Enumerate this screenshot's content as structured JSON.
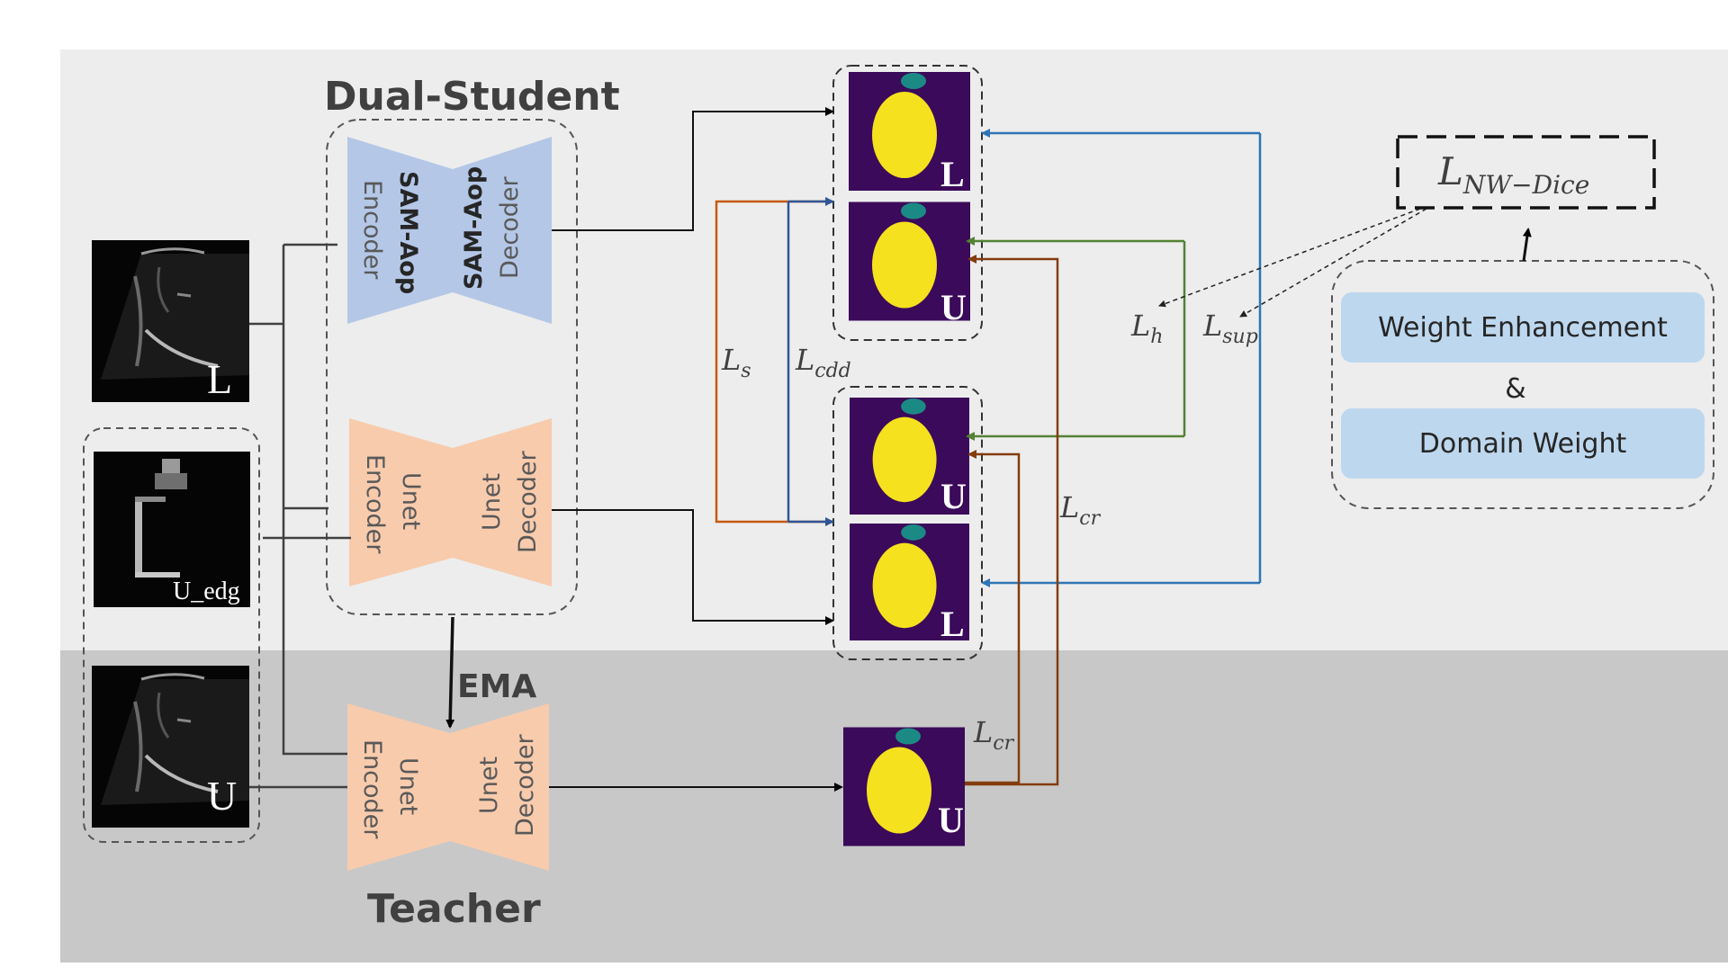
{
  "title_student": "Dual-Student",
  "title_teacher": "Teacher",
  "label_ema": "EMA",
  "student_sam": {
    "encoder_bold": "SAM-Aop",
    "encoder_sub": "Encoder",
    "decoder_bold": "SAM-Aop",
    "decoder_sub": "Decoder"
  },
  "student_unet": {
    "encoder_a": "Unet",
    "encoder_b": "Encoder",
    "decoder_a": "Unet",
    "decoder_b": "Decoder"
  },
  "teacher_unet": {
    "encoder_a": "Unet",
    "encoder_b": "Encoder",
    "decoder_a": "Unet",
    "decoder_b": "Decoder"
  },
  "inputs": {
    "labeled": "L",
    "edge": "U_edg",
    "unlabeled": "U"
  },
  "outputs": {
    "o1": "L",
    "o2": "U",
    "o3": "U",
    "o4": "L",
    "teacher": "U"
  },
  "losses": {
    "ls_main": "L",
    "ls_sub": "s",
    "lcdd_main": "L",
    "lcdd_sub": "cdd",
    "lcr1_main": "L",
    "lcr1_sub": "cr",
    "lcr2_main": "L",
    "lcr2_sub": "cr",
    "lh_main": "L",
    "lh_sub": "h",
    "lsup_main": "L",
    "lsup_sub": "sup",
    "lnw_main": "L",
    "lnw_sub": "NW−Dice"
  },
  "weight_enhancement": "Weight Enhancement",
  "amp": "&",
  "domain_weight": "Domain Weight",
  "colors": {
    "student_bg": "#ededed",
    "teacher_bg": "#c8c8c8",
    "sam_blue": "#b4c7e7",
    "unet_peach": "#f8cbad",
    "weight_box": "#bdd7ee",
    "orange": "#c55a11",
    "blue": "#2f5597",
    "light_blue": "#2e75b6",
    "green": "#548235",
    "brown": "#843c0c",
    "mask_bg": "#3b0a5a",
    "mask_yellow": "#f6e11e",
    "mask_teal": "#1c8a84"
  }
}
